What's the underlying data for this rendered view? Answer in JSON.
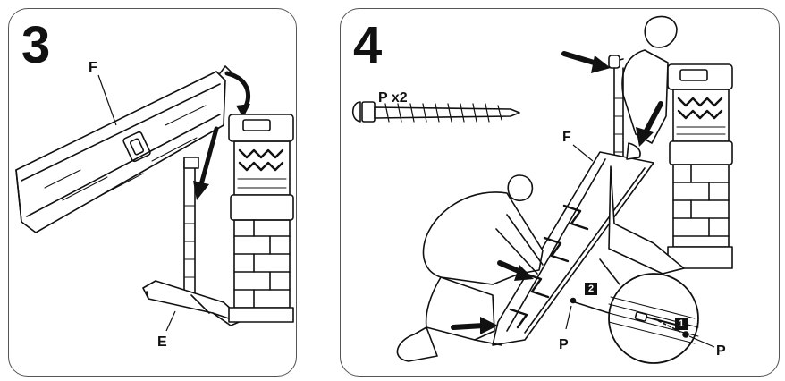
{
  "step3": {
    "number": "3",
    "label_f": "F",
    "label_e": "E"
  },
  "step4": {
    "number": "4",
    "screw_qty": "P x2",
    "label_f": "F",
    "label_p_left": "P",
    "label_p_right": "P",
    "badge_1": "1",
    "badge_2": "2"
  },
  "colors": {
    "line": "#111111",
    "panel_border": "#555555",
    "arrow": "#111111"
  }
}
